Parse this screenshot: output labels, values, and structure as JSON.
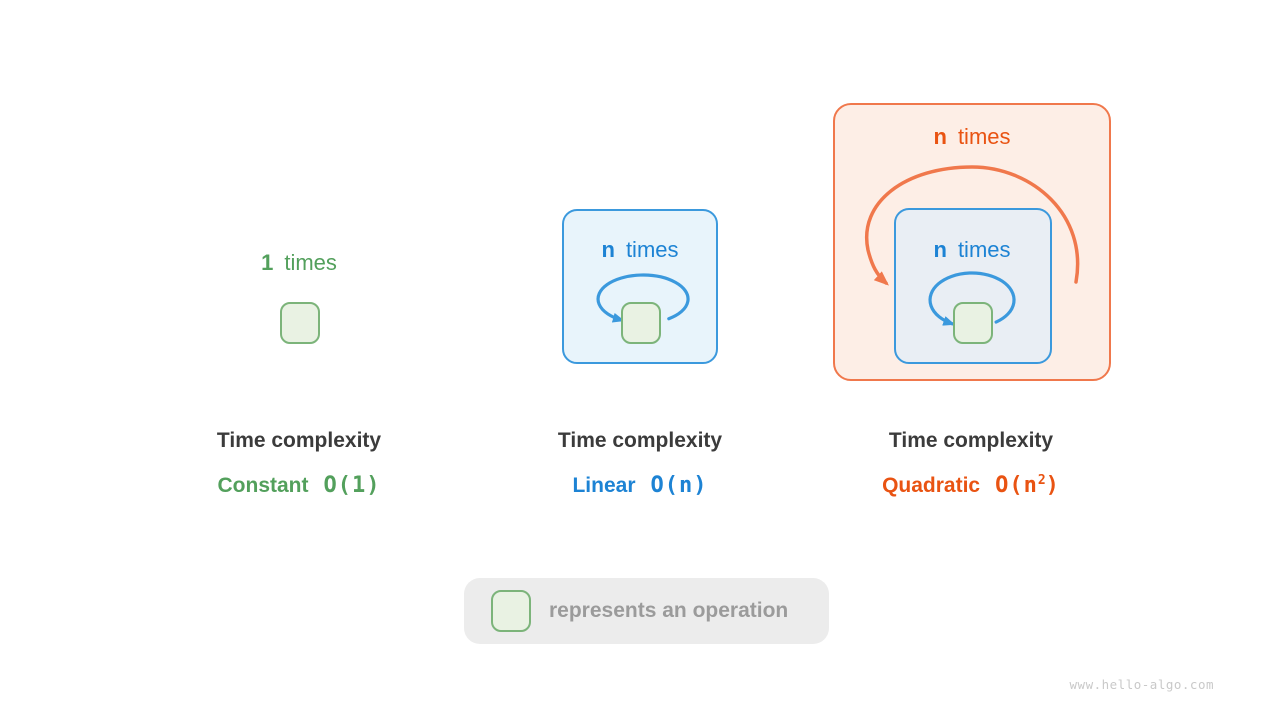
{
  "colors": {
    "bg": "#ffffff",
    "green_border": "#7cb47a",
    "green_fill": "#e9f2e3",
    "green_text": "#53a05c",
    "blue_border": "#3b99dd",
    "blue_fill": "#e8f4fb",
    "blue_inner_fill": "#e9eef4",
    "blue_text": "#1d83d4",
    "orange_border": "#f0784c",
    "orange_fill": "#fdeee6",
    "orange_text": "#e95312",
    "title_text": "#3b3b3b",
    "legend_bg": "#ececec",
    "legend_text": "#9b9b9b",
    "watermark_text": "#c9c9c9"
  },
  "shared": {
    "time_complexity_label": "Time complexity"
  },
  "panels": {
    "constant": {
      "count": "1",
      "word": "times",
      "name": "Constant",
      "bigO": "O(1)"
    },
    "linear": {
      "count": "n",
      "word": "times",
      "name": "Linear",
      "bigO": "O(n)"
    },
    "quadratic": {
      "outer_count": "n",
      "outer_word": "times",
      "inner_count": "n",
      "inner_word": "times",
      "name": "Quadratic",
      "bigO_prefix": "O(n",
      "bigO_sup": "2",
      "bigO_suffix": ")"
    }
  },
  "legend": {
    "text": "represents an operation"
  },
  "watermark": "www.hello-algo.com"
}
